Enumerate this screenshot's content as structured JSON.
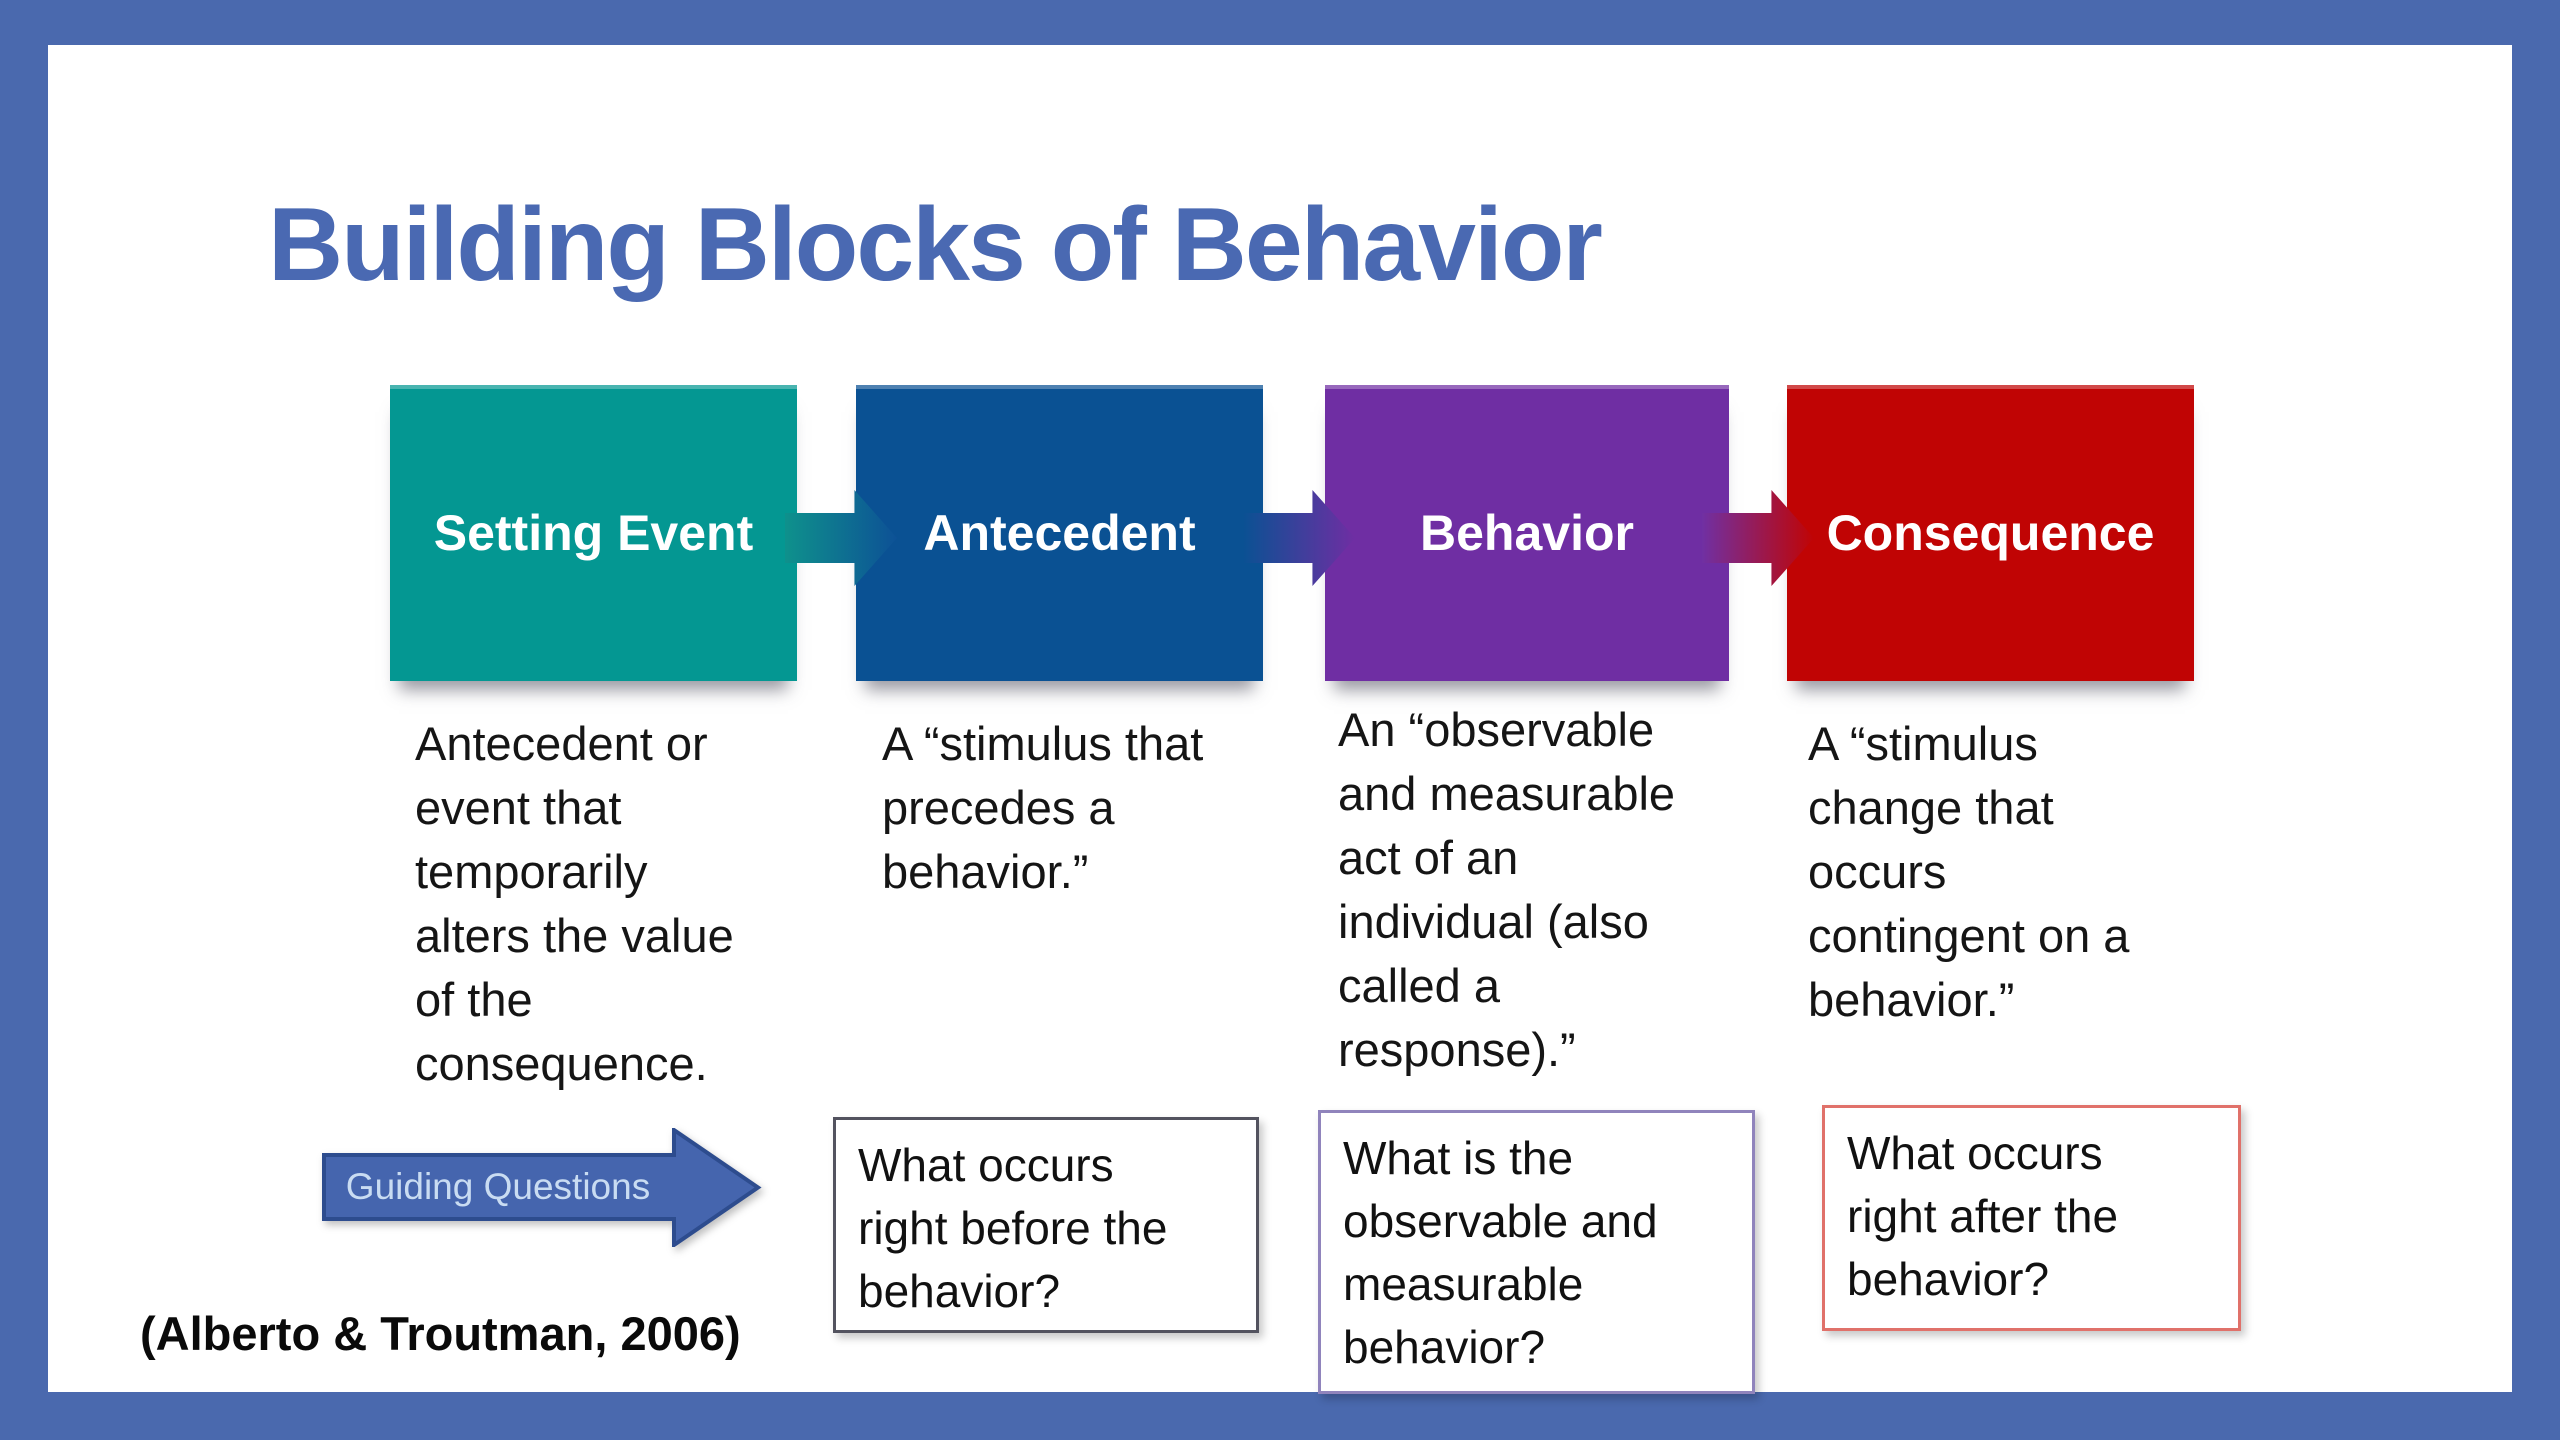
{
  "slide": {
    "title": "Building Blocks of Behavior",
    "citation": "(Alberto & Troutman, 2006)",
    "guiding": {
      "label": "Guiding Questions"
    },
    "blocks": [
      {
        "label": "Setting Event",
        "color": "#049792",
        "description": "Antecedent or\nevent that\ntemporarily\nalters the value\nof the\nconsequence."
      },
      {
        "label": "Antecedent",
        "color": "#0A5193",
        "description": "A “stimulus that\nprecedes a\nbehavior.”",
        "question": "What occurs\nright before the\nbehavior?"
      },
      {
        "label": "Behavior",
        "color": "#6F2EA3",
        "description": "An “observable\nand measurable\nact of an\nindividual (also\ncalled a\nresponse).”",
        "question": "What is the\nobservable and\nmeasurable\nbehavior?"
      },
      {
        "label": "Consequence",
        "color": "#C00404",
        "description": "A “stimulus\nchange that\noccurs\ncontingent on a\nbehavior.”",
        "question": "What occurs\nright after the\nbehavior?"
      }
    ],
    "colors": {
      "frame": "#4A69AE",
      "title_text": "#4A69B2",
      "guiding_arrow_fill": "#4565AE",
      "guiding_arrow_border": "#2D4C8E",
      "guiding_arrow_text": "#C9DCF2",
      "question_border_antecedent": "#53535F",
      "question_border_behavior": "#9084BC",
      "question_border_consequence": "#E0716A"
    }
  }
}
